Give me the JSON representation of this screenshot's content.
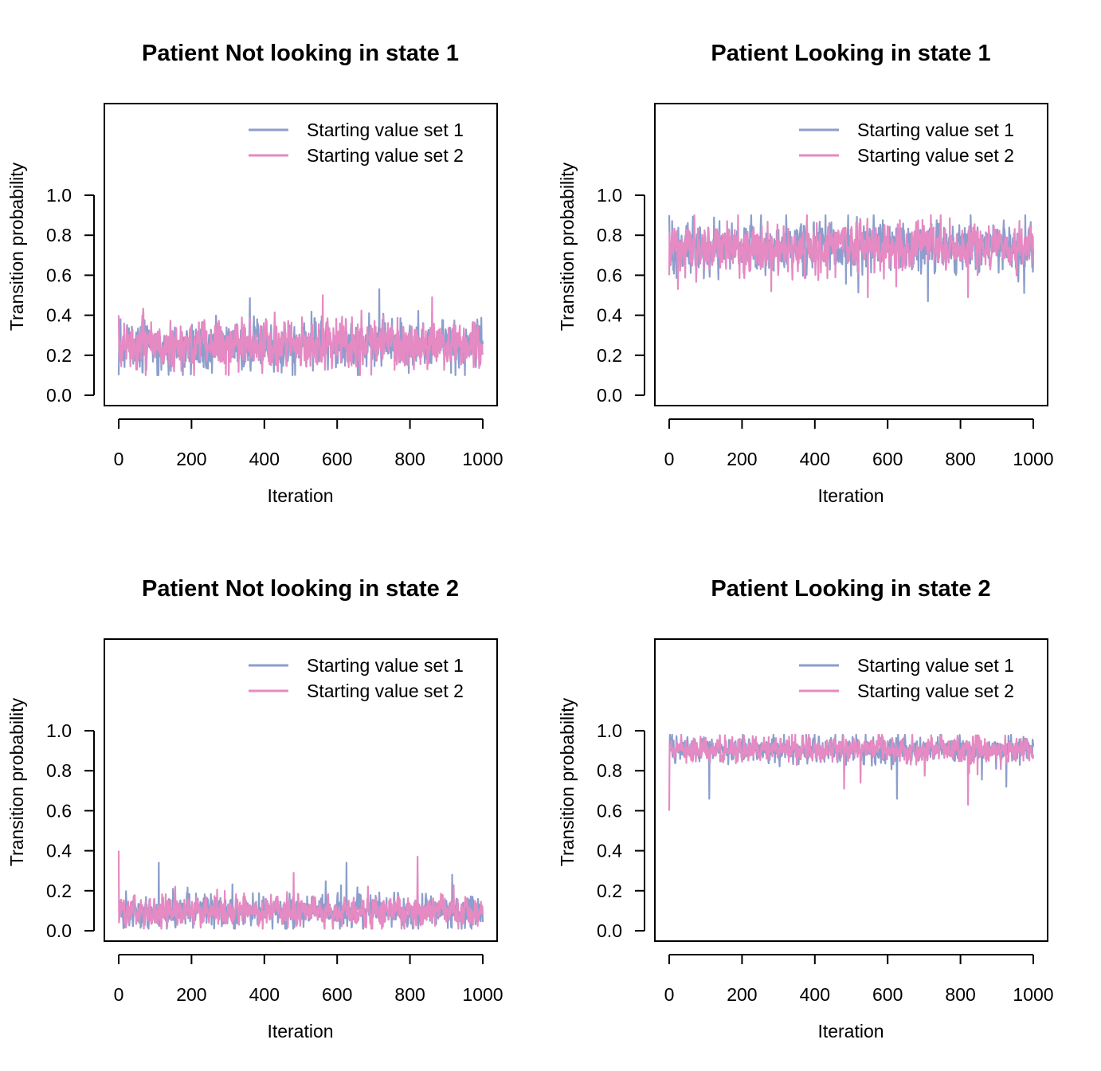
{
  "chart_data": [
    {
      "type": "line",
      "title": "Patient Not looking in state 1",
      "xlabel": "Iteration",
      "ylabel": "Transition probability",
      "xlim": [
        0,
        1000
      ],
      "ylim": [
        0,
        1.0
      ],
      "x_ticks": [
        "0",
        "200",
        "400",
        "600",
        "800",
        "1000"
      ],
      "y_ticks": [
        "0.0",
        "0.2",
        "0.4",
        "0.6",
        "0.8",
        "1.0"
      ],
      "legend_position": "top-right",
      "trace": {
        "n": 1000,
        "start": [
          0.1,
          0.4
        ],
        "mean": 0.25,
        "sd": 0.055,
        "min": 0.1,
        "max": 0.53,
        "spikes": [
          [
            715,
            0.53,
            0
          ],
          [
            560,
            0.5,
            1
          ],
          [
            860,
            0.49,
            1
          ]
        ]
      },
      "series": [
        {
          "name": "Starting value set 1",
          "color": "#8C9ECC"
        },
        {
          "name": "Starting value set 2",
          "color": "#E58AC3"
        }
      ]
    },
    {
      "type": "line",
      "title": "Patient Looking in state 1",
      "xlabel": "Iteration",
      "ylabel": "Transition probability",
      "xlim": [
        0,
        1000
      ],
      "ylim": [
        0,
        1.0
      ],
      "x_ticks": [
        "0",
        "200",
        "400",
        "600",
        "800",
        "1000"
      ],
      "y_ticks": [
        "0.0",
        "0.2",
        "0.4",
        "0.6",
        "0.8",
        "1.0"
      ],
      "legend_position": "top-right",
      "trace": {
        "n": 1000,
        "start": [
          0.9,
          0.6
        ],
        "mean": 0.74,
        "sd": 0.055,
        "min": 0.47,
        "max": 0.9,
        "spikes": [
          [
            710,
            0.47,
            0
          ],
          [
            545,
            0.49,
            1
          ],
          [
            820,
            0.49,
            1
          ],
          [
            280,
            0.52,
            1
          ]
        ]
      },
      "series": [
        {
          "name": "Starting value set 1",
          "color": "#8C9ECC"
        },
        {
          "name": "Starting value set 2",
          "color": "#E58AC3"
        }
      ]
    },
    {
      "type": "line",
      "title": "Patient Not looking in state 2",
      "xlabel": "Iteration",
      "ylabel": "Transition probability",
      "xlim": [
        0,
        1000
      ],
      "ylim": [
        0,
        1.0
      ],
      "x_ticks": [
        "0",
        "200",
        "400",
        "600",
        "800",
        "1000"
      ],
      "y_ticks": [
        "0.0",
        "0.2",
        "0.4",
        "0.6",
        "0.8",
        "1.0"
      ],
      "legend_position": "top-right",
      "trace": {
        "n": 1000,
        "start": [
          0.1,
          0.4
        ],
        "mean": 0.095,
        "sd": 0.035,
        "min": 0.01,
        "max": 0.4,
        "spikes": [
          [
            110,
            0.34,
            0
          ],
          [
            625,
            0.34,
            0
          ],
          [
            915,
            0.28,
            0
          ],
          [
            820,
            0.37,
            1
          ],
          [
            480,
            0.29,
            1
          ]
        ]
      },
      "series": [
        {
          "name": "Starting value set 1",
          "color": "#8C9ECC"
        },
        {
          "name": "Starting value set 2",
          "color": "#E58AC3"
        }
      ]
    },
    {
      "type": "line",
      "title": "Patient Looking in state 2",
      "xlabel": "Iteration",
      "ylabel": "Transition probability",
      "xlim": [
        0,
        1000
      ],
      "ylim": [
        0,
        1.0
      ],
      "x_ticks": [
        "0",
        "200",
        "400",
        "600",
        "800",
        "1000"
      ],
      "y_ticks": [
        "0.0",
        "0.2",
        "0.4",
        "0.6",
        "0.8",
        "1.0"
      ],
      "legend_position": "top-right",
      "trace": {
        "n": 1000,
        "start": [
          0.9,
          0.6
        ],
        "mean": 0.905,
        "sd": 0.028,
        "min": 0.6,
        "max": 0.98,
        "spikes": [
          [
            110,
            0.66,
            0
          ],
          [
            625,
            0.66,
            0
          ],
          [
            925,
            0.72,
            0
          ],
          [
            820,
            0.63,
            1
          ],
          [
            480,
            0.71,
            1
          ],
          [
            525,
            0.74,
            1
          ]
        ]
      },
      "series": [
        {
          "name": "Starting value set 1",
          "color": "#8C9ECC"
        },
        {
          "name": "Starting value set 2",
          "color": "#E58AC3"
        }
      ]
    }
  ]
}
